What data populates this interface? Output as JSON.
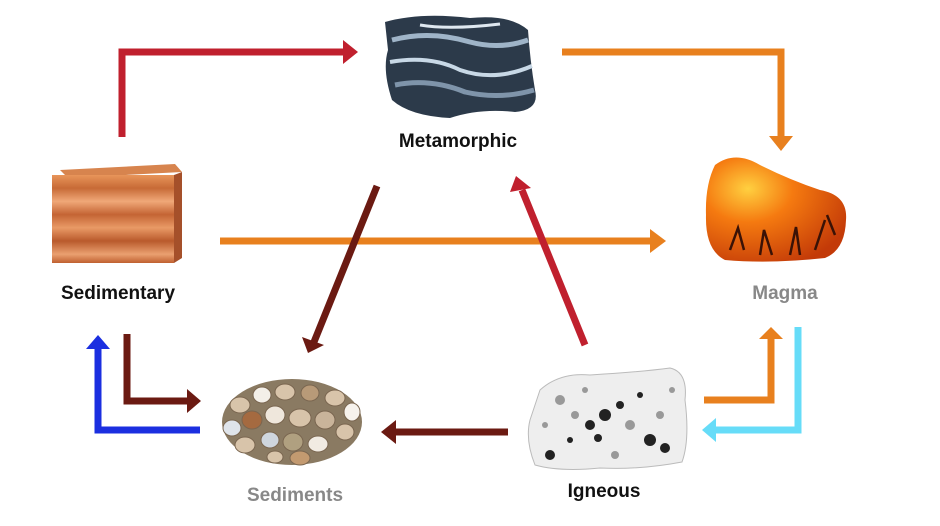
{
  "title": "Rock Cycle",
  "nodes": {
    "metamorphic": "Metamorphic",
    "sedimentary": "Sedimentary",
    "magma": "Magma",
    "sediments": "Sediments",
    "igneous": "Igneous"
  },
  "colors": {
    "red": "#c0202e",
    "orange": "#e8801e",
    "dark_red": "#6b1a12",
    "blue": "#1b2fe0",
    "cyan": "#66dcf8",
    "label_dark": "#111111",
    "label_gray": "#888888"
  }
}
